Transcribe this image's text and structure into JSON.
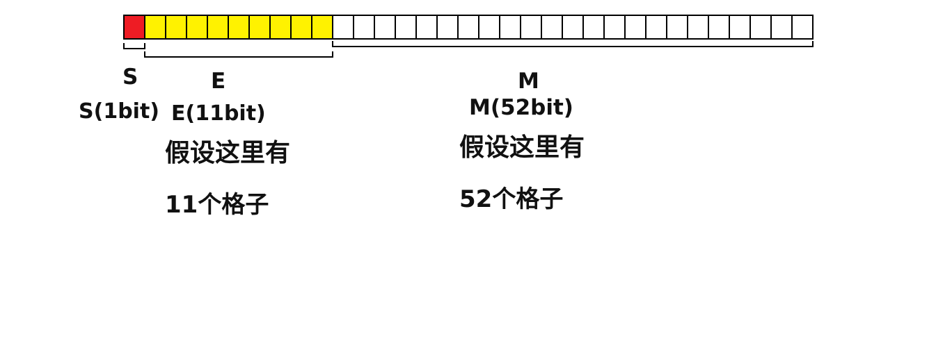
{
  "colors": {
    "sign": "#ee1c24",
    "exponent": "#fff200",
    "mantissa": "#ffffff",
    "stroke": "#000000",
    "text": "#111111"
  },
  "bit_strip": {
    "sign_cells": 1,
    "exponent_cells": 9,
    "mantissa_cells": 23
  },
  "labels": {
    "s_letter": "S",
    "e_letter": "E",
    "m_letter": "M",
    "s_bits": "S(1bit)",
    "e_bits": "E(11bit)",
    "m_bits": "M(52bit)",
    "e_note_line1": "假设这里有",
    "e_note_line2": "11个格子",
    "m_note_line1": "假设这里有",
    "m_note_line2": "52个格子"
  }
}
